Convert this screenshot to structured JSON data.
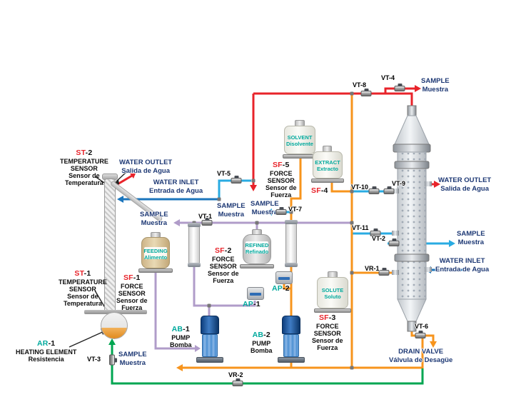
{
  "colors": {
    "red": "#e8232a",
    "blue": "#1b75bc",
    "cyan": "#29abe2",
    "orange": "#f7941d",
    "green": "#00a651",
    "lavender": "#b09cc9",
    "teal": "#00a99d",
    "navy": "#1d3874"
  },
  "sensor_types": {
    "temperature": {
      "en1": "TEMPERATURE",
      "en2": "SENSOR",
      "es1": "Sensor de",
      "es2": "Temperatura"
    },
    "force": {
      "en1": "FORCE",
      "en2": "SENSOR",
      "es1": "Sensor de",
      "es2": "Fuerza"
    }
  },
  "sensors": {
    "st1": {
      "prefix": "ST",
      "suffix": "-1"
    },
    "st2": {
      "prefix": "ST",
      "suffix": "-2"
    },
    "sf1": {
      "prefix": "SF",
      "suffix": "-1"
    },
    "sf2": {
      "prefix": "SF",
      "suffix": "-2"
    },
    "sf3": {
      "prefix": "SF",
      "suffix": "-3"
    },
    "sf4": {
      "prefix": "SF",
      "suffix": "-4"
    },
    "sf5": {
      "prefix": "SF",
      "suffix": "-5"
    }
  },
  "devices": {
    "ab1": {
      "prefix": "AB",
      "suffix": "-1",
      "en": "PUMP",
      "es": "Bomba"
    },
    "ab2": {
      "prefix": "AB",
      "suffix": "-2",
      "en": "PUMP",
      "es": "Bomba"
    },
    "ap1": {
      "prefix": "AP",
      "suffix": "-1"
    },
    "ap2": {
      "prefix": "AP",
      "suffix": "-2"
    },
    "ar1": {
      "prefix": "AR",
      "suffix": "-1",
      "en": "HEATING ELEMENT",
      "es": "Resistencia"
    }
  },
  "valves": {
    "vt1": "VT-1",
    "vt2": "VT-2",
    "vt3": "VT-3",
    "vt4": "VT-4",
    "vt5": "VT-5",
    "vt6": "VT-6",
    "vt7": "VT-7",
    "vt8": "VT-8",
    "vt9": "VT-9",
    "vt10": "VT-10",
    "vt11": "VT-11",
    "vr1": "VR-1",
    "vr2": "VR-2"
  },
  "flows": {
    "sample": {
      "en": "SAMPLE",
      "es": "Muestra"
    },
    "water_outlet": {
      "en": "WATER OUTLET",
      "es": "Salida de Agua"
    },
    "water_inlet": {
      "en": "WATER INLET",
      "es": "Entrada de Agua"
    },
    "drain_valve": {
      "en": "DRAIN VALVE",
      "es": "Válvula de Desagüe"
    }
  },
  "vessels": {
    "solvent": {
      "en": "SOLVENT",
      "es": "Disolvente"
    },
    "extract": {
      "en": "EXTRACT",
      "es": "Extracto"
    },
    "feeding": {
      "en": "FEEDING",
      "es": "Alimento"
    },
    "refined": {
      "en": "REFINED",
      "es": "Refinado"
    },
    "solute": {
      "en": "SOLUTE",
      "es": "Soluto"
    }
  }
}
